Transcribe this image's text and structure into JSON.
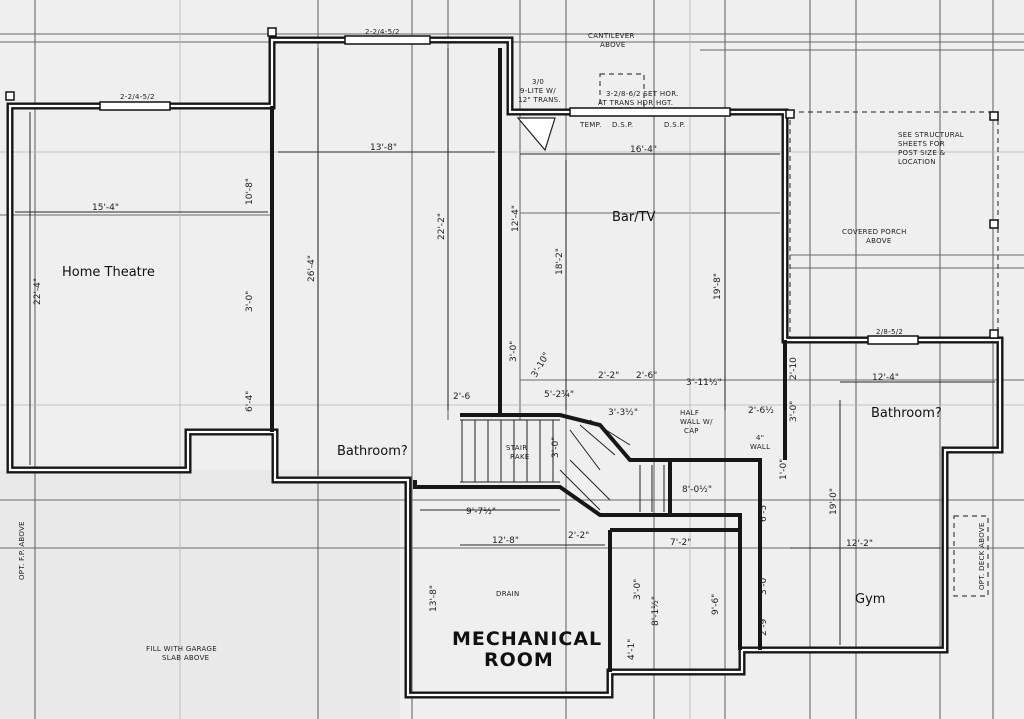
{
  "rooms": {
    "home_theatre": "Home Theatre",
    "bar_tv": "Bar/TV",
    "bathroom_left": "Bathroom?",
    "bathroom_right": "Bathroom?",
    "gym": "Gym",
    "mechanical_line1": "MECHANICAL",
    "mechanical_line2": "ROOM"
  },
  "notes": {
    "cantilever_1": "CANTILEVER",
    "cantilever_2": "ABOVE",
    "window_top_center": "2-2/4-5/2",
    "window_top_left": "2-2/4-5/2",
    "window_right": "2/8-5/2",
    "lite_1": "3/0",
    "lite_2": "9-LITE W/",
    "lite_3": "12\" TRANS.",
    "header_1": "3-2/8-6/2 SET HOR.",
    "header_2": "AT TRANS HDR HGT.",
    "temp": "TEMP.",
    "dsp_1": "D.S.P.",
    "dsp_2": "D.S.P.",
    "structural_1": "SEE STRUCTURAL",
    "structural_2": "SHEETS FOR",
    "structural_3": "POST SIZE &",
    "structural_4": "LOCATION",
    "porch_1": "COVERED PORCH",
    "porch_2": "ABOVE",
    "stair_1": "STAIR",
    "stair_2": "RAKE",
    "half_wall_1": "HALF",
    "half_wall_2": "WALL W/",
    "half_wall_3": "CAP",
    "wall_note_1": "4\"",
    "wall_note_2": "WALL",
    "drain": "DRAIN",
    "fill_1": "FILL WITH GARAGE",
    "fill_2": "SLAB ABOVE",
    "opt_fp": "OPT. F.P. ABOVE",
    "opt_deck": "OPT. DECK ABOVE"
  },
  "dims": {
    "d1": "13'-8\"",
    "d2": "15'-4\"",
    "d3": "10'-8\"",
    "d4": "22'-4\"",
    "d5": "26'-4\"",
    "d6": "22'-2\"",
    "d7": "3'-0\"",
    "d8": "6'-4\"",
    "d9": "16'-4\"",
    "d10": "12'-4\"",
    "d11": "18'-2\"",
    "d12": "19'-8\"",
    "d13": "3'-0\"",
    "d14": "3'-10\"",
    "d15": "2'-6",
    "d16": "5'-2¾\"",
    "d17": "2'-2\"",
    "d18": "2'-6\"",
    "d19": "3'-11½\"",
    "d20": "2'-6½",
    "d21": "2'-10",
    "d22": "12'-4\"",
    "d23": "3'-0\"",
    "d24": "1'-0\"",
    "d25": "19'-0\"",
    "d26": "6'-5\"",
    "d27": "12'-2\"",
    "d28": "9'-7½\"",
    "d29": "12'-8\"",
    "d30": "2'-2\"",
    "d31": "7'-2\"",
    "d32": "13'-8\"",
    "d33": "3'-0\"",
    "d34": "8'-1½\"",
    "d35": "9'-6\"",
    "d36": "3'-0\"",
    "d37": "2'-9\"",
    "d38": "4'-1\"",
    "d39": "8'-0½\"",
    "d40": "3'-0\"",
    "d41": "3'-3½\""
  }
}
